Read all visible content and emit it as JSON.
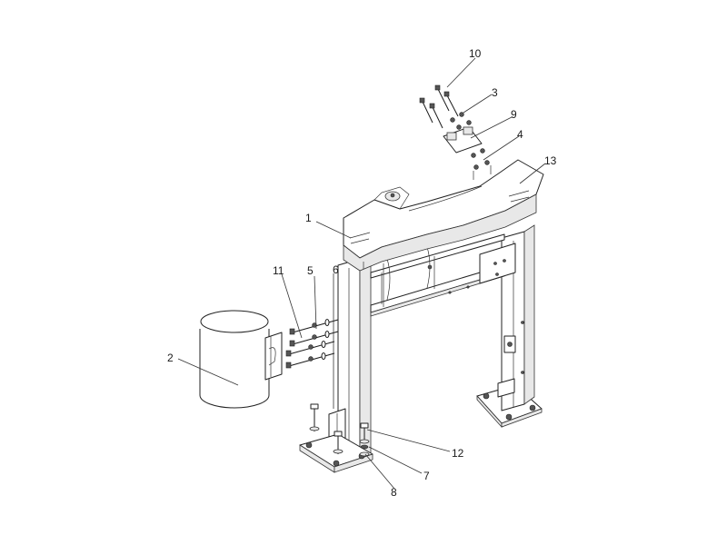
{
  "callouts": [
    {
      "id": "c1",
      "label": "1"
    },
    {
      "id": "c2",
      "label": "2"
    },
    {
      "id": "c3",
      "label": "3"
    },
    {
      "id": "c4",
      "label": "4"
    },
    {
      "id": "c5",
      "label": "5"
    },
    {
      "id": "c6",
      "label": "6"
    },
    {
      "id": "c7",
      "label": "7"
    },
    {
      "id": "c8",
      "label": "8"
    },
    {
      "id": "c9",
      "label": "9"
    },
    {
      "id": "c10",
      "label": "10"
    },
    {
      "id": "c11",
      "label": "11"
    },
    {
      "id": "c12",
      "label": "12"
    },
    {
      "id": "c13",
      "label": "13"
    }
  ],
  "colors": {
    "line": "#1a1a1a",
    "fill": "#ffffff",
    "shade": "#e8e8e8"
  }
}
